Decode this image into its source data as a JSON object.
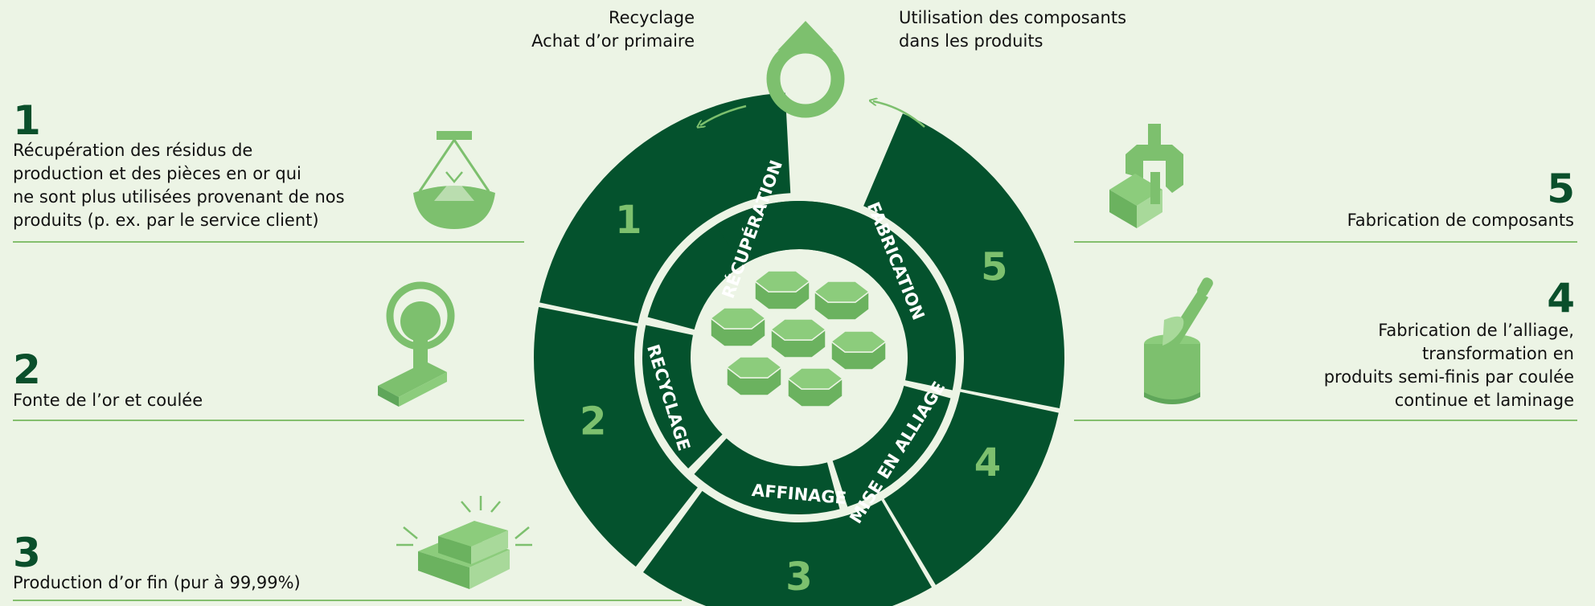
{
  "top": {
    "left_lines": [
      "Recyclage",
      "Achat d’or primaire"
    ],
    "right_lines": [
      "Utilisation des composants",
      "dans les produits"
    ]
  },
  "steps": [
    {
      "number": "1",
      "lines": [
        "Récupération des résidus de",
        "production et des pièces en or qui",
        "ne sont plus utilisées provenant de nos",
        "produits (p. ex. par le service client)"
      ]
    },
    {
      "number": "2",
      "lines": [
        "Fonte de l’or et coulée"
      ]
    },
    {
      "number": "3",
      "lines": [
        "Production d’or fin (pur à 99,99%)"
      ]
    },
    {
      "number": "4",
      "lines": [
        "Fabrication de l’alliage,",
        "transformation en",
        "produits semi-finis par coulée",
        "continue et laminage"
      ]
    },
    {
      "number": "5",
      "lines": [
        "Fabrication de composants"
      ]
    }
  ],
  "wheel": {
    "inner_labels": [
      "RÉCUPÉRATION",
      "RECYCLAGE",
      "AFFINAGE",
      "MISE EN ALLIAGE",
      "FABRICATION"
    ],
    "outer_numbers": [
      "1",
      "2",
      "3",
      "4",
      "5"
    ]
  },
  "colors": {
    "background": "#ecf4e5",
    "dark_green": "#04522d",
    "light_green": "#7dc06e",
    "number_green": "#0a4f2b",
    "rule_green": "#84bf6e"
  },
  "icons": [
    "crucible-icon",
    "pouring-ladle-icon",
    "gold-bars-icon",
    "mixing-stick-icon",
    "gripper-icon",
    "ring-icon",
    "hexagon-pellets-icon"
  ]
}
